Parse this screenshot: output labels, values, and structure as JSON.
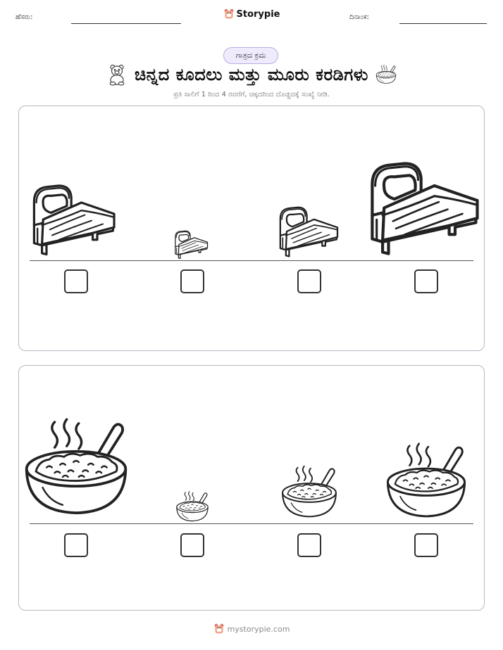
{
  "header": {
    "name_label": "ಹೆಸರು:",
    "date_label": "ದಿನಾಂಕ:",
    "brand": "Storypie"
  },
  "badge": "ಗಾತ್ರದ ಕ್ರಮ",
  "title": "ಚಿನ್ನದ ಕೂದಲು ಮತ್ತು ಮೂರು ಕರಡಿಗಳು",
  "subtitle": "ಪ್ರತಿ ಸಾಲಿಗೆ 1 ರಿಂದ 4 ರವರೆಗೆ, ಚಿಕ್ಕದರಿಂದ ದೊಡ್ಡದಕ್ಕೆ ಸಂಖ್ಯೆ ನೀಡಿ.",
  "rows": [
    {
      "object": "bed",
      "items": [
        "bed-medium",
        "bed-tiny",
        "bed-small",
        "bed-large"
      ]
    },
    {
      "object": "porridge-bowl",
      "items": [
        "bowl-large",
        "bowl-tiny",
        "bowl-small",
        "bowl-medium"
      ]
    }
  ],
  "icons": {
    "bear": "bear-icon",
    "bowl": "porridge-bowl-icon",
    "logo": "storypie-logo-icon"
  },
  "footer": "mystorypie.com"
}
